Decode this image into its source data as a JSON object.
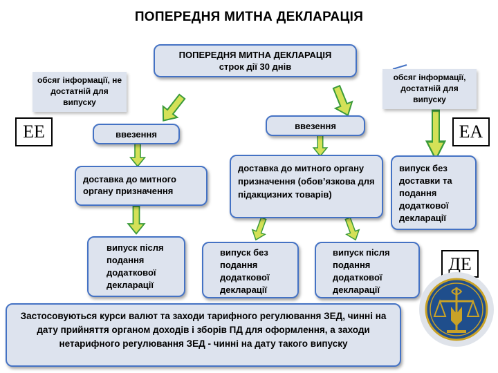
{
  "title": "ПОПЕРЕДНЯ МИТНА ДЕКЛАРАЦІЯ",
  "top_box": {
    "line1": "ПОПЕРЕДНЯ МИТНА ДЕКЛАРАЦІЯ",
    "line2": "строк дії 30 днів"
  },
  "left_info": "обсяг інформації, не достатній для випуску",
  "right_info": "обсяг інформації, достатній для випуску",
  "tags": {
    "ee": "ЕЕ",
    "ea": "ЕА",
    "de": "ДЕ"
  },
  "left_branch": {
    "import": "ввезення",
    "delivery": "доставка до митного органу призначення",
    "release": "випуск після подання додаткової декларації"
  },
  "middle_branch": {
    "import": "ввезення",
    "delivery": "доставка до митного органу призначення (обов’язкова для підакцизних товарів)",
    "release_no_decl": "випуск без подання додаткової декларації",
    "release_after": "випуск після подання додаткової декларації"
  },
  "right_branch": {
    "release": "випуск без доставки та подання додаткової декларації"
  },
  "bottom_note": "Застосовуються курси валют та заходи тарифного регулювання ЗЕД, чинні на дату прийняття органом доходів і зборів ПД для оформлення, а заходи нетарифного регулювання ЗЕД - чинні на дату такого випуску",
  "colors": {
    "box_fill": "#dde3ee",
    "box_border": "#4472c4",
    "arrow_fill": "#d4e157",
    "arrow_stroke": "#3a9a3a"
  }
}
